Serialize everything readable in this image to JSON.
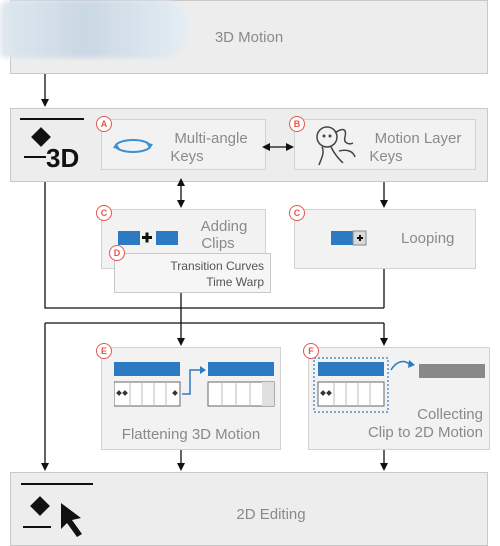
{
  "top": {
    "title": "3D Motion"
  },
  "mid": {
    "logo_text": "3D"
  },
  "nodes": {
    "multi_angle": {
      "badge": "A",
      "label_line1": "Multi-angle",
      "label_line2": "Keys"
    },
    "motion_layer": {
      "badge": "B",
      "label_line1": "Motion Layer",
      "label_line2": "Keys"
    },
    "adding_clips": {
      "badge": "C",
      "label_line1": "Adding",
      "label_line2": "Clips"
    },
    "transition": {
      "badge": "D",
      "label_line1": "Transition Curves",
      "label_line2": "Time Warp"
    },
    "looping": {
      "badge": "C",
      "label": "Looping"
    },
    "flattening": {
      "badge": "E",
      "label": "Flattening 3D Motion"
    },
    "collecting": {
      "badge": "F",
      "label_line1": "Collecting",
      "label_line2": "Clip to 2D Motion"
    }
  },
  "bottom": {
    "title": "2D Editing"
  },
  "colors": {
    "accent_blue": "#2c7bc2",
    "badge_red": "#e2574c",
    "box_fill": "#ededed",
    "text_gray": "#8a8a8a"
  }
}
